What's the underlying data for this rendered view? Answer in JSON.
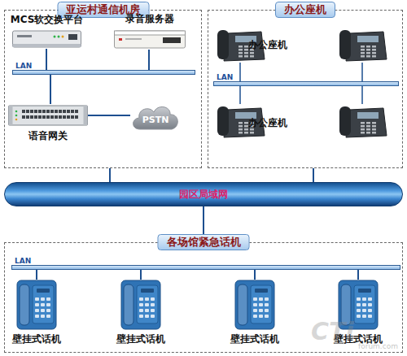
{
  "diagram": {
    "nodes": [
      {
        "text": [
          "亚运村通信机房"
        ]
      },
      {
        "text": [
          "MCS软交换平台"
        ],
        "in": 0
      },
      {
        "text": [
          "录音服务器"
        ],
        "in": 0
      },
      {
        "text": [
          "LAN"
        ],
        "in": 0
      },
      {
        "text": [
          "语音网关"
        ],
        "in": 0
      },
      {
        "text": [
          "PSTN"
        ],
        "in": 0
      },
      {
        "text": [
          "办公座机"
        ]
      },
      {
        "text": [
          "LAN"
        ],
        "in": 6
      },
      {
        "text": [
          "园区局域网"
        ]
      },
      {
        "text": [
          "各场馆紧急话机"
        ]
      },
      {
        "text": [
          "LAN"
        ],
        "in": 9
      },
      {
        "text": [
          "壁挂式话机"
        ],
        "in": 9
      },
      {
        "text": [
          "壁挂式话机"
        ],
        "in": 9
      },
      {
        "text": [
          "壁挂式话机"
        ],
        "in": 9
      },
      {
        "text": [
          "壁挂式话机"
        ],
        "in": 9
      }
    ],
    "edges": [
      {
        "from": 1,
        "to": 3,
        "arrow": "none"
      },
      {
        "from": 2,
        "to": 3,
        "arrow": "none"
      },
      {
        "from": 3,
        "to": 4,
        "arrow": "none"
      },
      {
        "from": 4,
        "to": 5,
        "arrow": "none"
      },
      {
        "from": 0,
        "to": 8,
        "arrow": "none"
      },
      {
        "from": 6,
        "to": 8,
        "arrow": "none"
      },
      {
        "from": 8,
        "to": 9,
        "arrow": "none"
      },
      {
        "from": 10,
        "to": 11,
        "arrow": "none"
      },
      {
        "from": 10,
        "to": 12,
        "arrow": "none"
      },
      {
        "from": 10,
        "to": 13,
        "arrow": "none"
      },
      {
        "from": 10,
        "to": 14,
        "arrow": "none"
      }
    ],
    "labels": [
      "办公座机",
      "办公座机",
      "CTi",
      "forum.com"
    ]
  }
}
